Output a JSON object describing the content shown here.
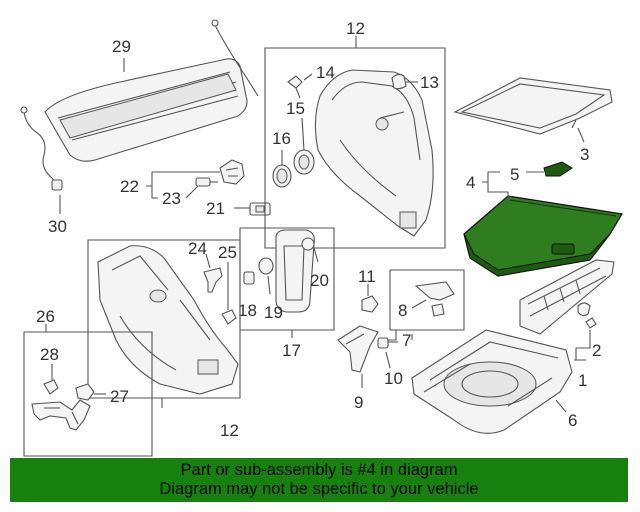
{
  "callouts": {
    "c1": "1",
    "c2": "2",
    "c3": "3",
    "c4": "4",
    "c5": "5",
    "c6": "6",
    "c7": "7",
    "c8": "8",
    "c9": "9",
    "c10": "10",
    "c11": "11",
    "c12_top": "12",
    "c12_bottom": "12",
    "c13": "13",
    "c14": "14",
    "c15": "15",
    "c16": "16",
    "c17": "17",
    "c18": "18",
    "c19": "19",
    "c20": "20",
    "c21": "21",
    "c22": "22",
    "c23": "23",
    "c24": "24",
    "c25": "25",
    "c26": "26",
    "c27": "27",
    "c28": "28",
    "c29": "29",
    "c30": "30"
  },
  "highlight": {
    "color": "#2e7d1e"
  },
  "banner": {
    "line1": "Part or sub-assembly is #4 in diagram",
    "line2": "Diagram may not be specific to your vehicle",
    "background": "#16820d"
  }
}
